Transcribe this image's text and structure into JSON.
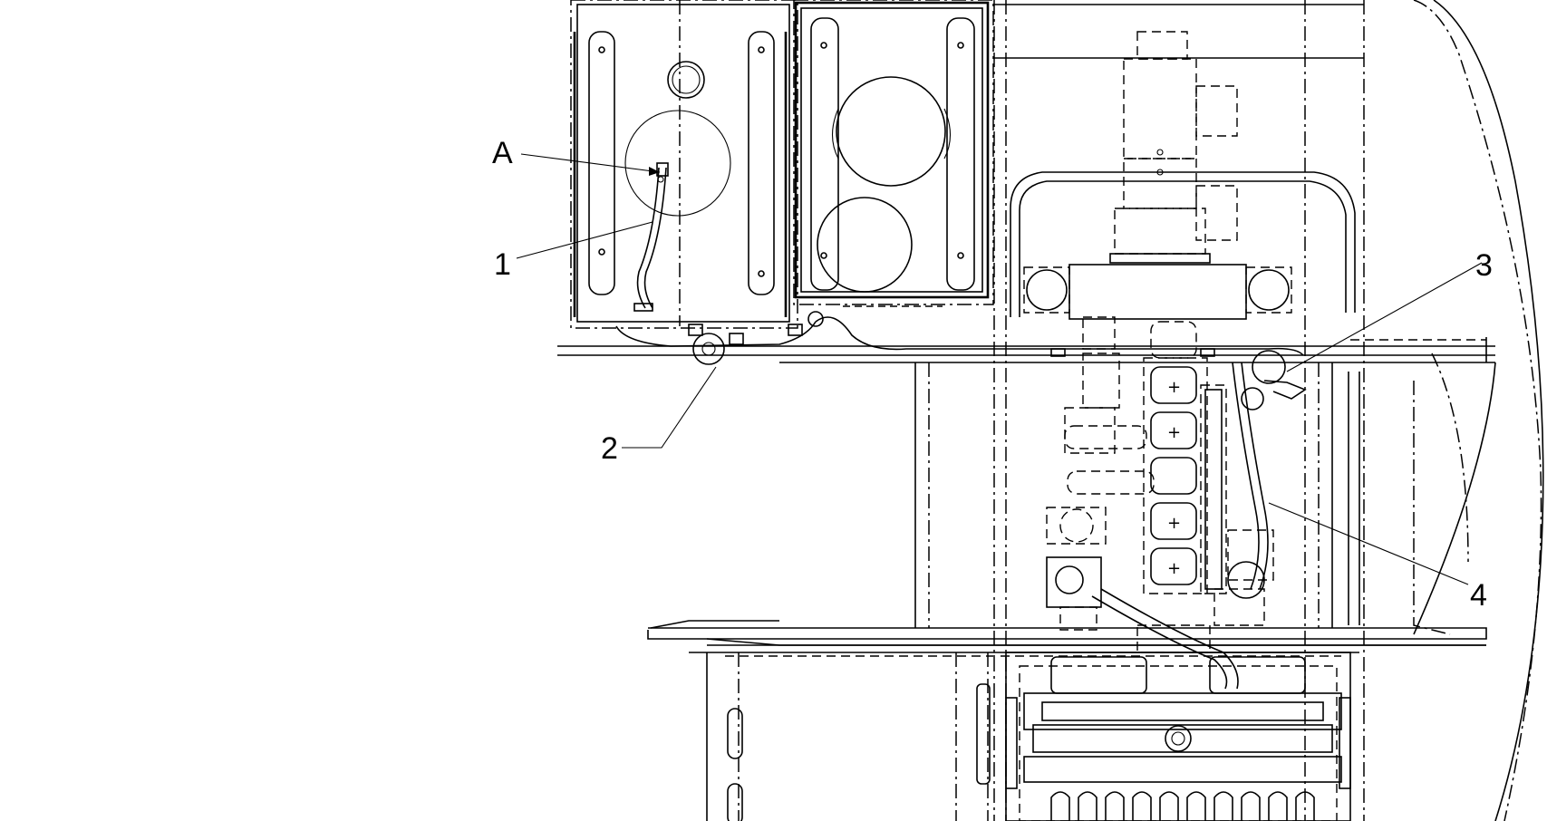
{
  "callouts": {
    "a": "A",
    "one": "1",
    "two": "2",
    "three": "3",
    "four": "4"
  },
  "colors": {
    "line": "#000000",
    "background": "#ffffff"
  }
}
